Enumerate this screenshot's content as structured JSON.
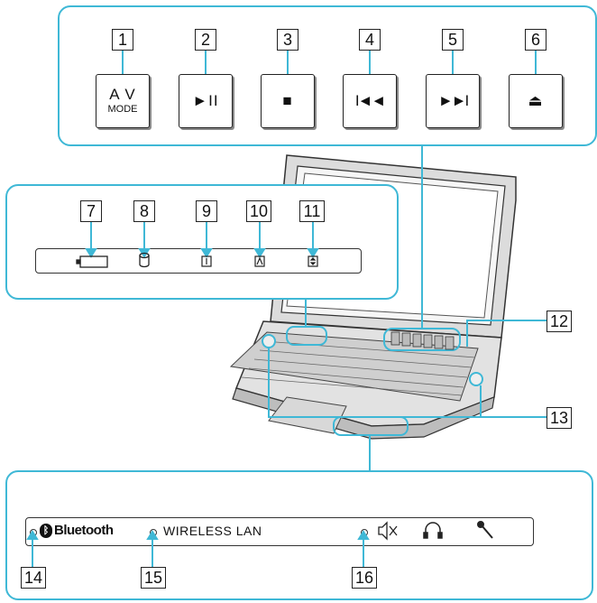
{
  "callouts": {
    "n1": "1",
    "n2": "2",
    "n3": "3",
    "n4": "4",
    "n5": "5",
    "n6": "6",
    "n7": "7",
    "n8": "8",
    "n9": "9",
    "n10": "10",
    "n11": "11",
    "n12": "12",
    "n13": "13",
    "n14": "14",
    "n15": "15",
    "n16": "16"
  },
  "buttons": {
    "av_line1": "A V",
    "av_line2": "MODE",
    "play_pause": "►II",
    "stop": "■",
    "prev": "I◄◄",
    "next": "►►I",
    "eject": "⏏"
  },
  "indicators": {
    "bluetooth": "Bluetooth",
    "wireless_lan": "WIRELESS LAN"
  },
  "colors": {
    "highlight": "#3fb8d6"
  }
}
